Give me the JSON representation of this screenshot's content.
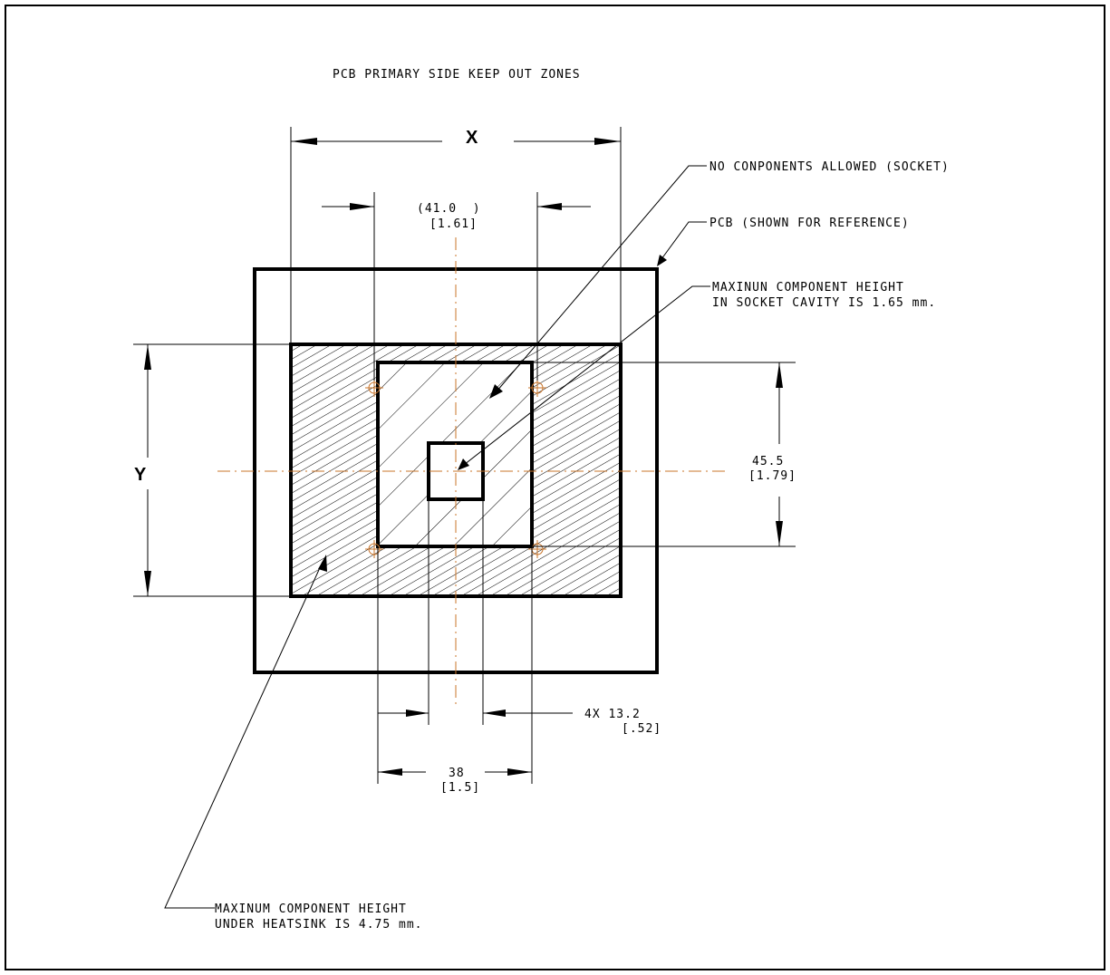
{
  "title": "PCB PRIMARY SIDE KEEP OUT ZONES",
  "dimensions": {
    "x_label": "X",
    "y_label": "Y",
    "inner_width_mm": "(41.0  )",
    "inner_width_in": "[1.61]",
    "height_mm": "45.5",
    "height_in": "[1.79]",
    "spacing_mm": "4X 13.2",
    "spacing_in": "[.52]",
    "socket_width_mm": "38",
    "socket_width_in": "[1.5]"
  },
  "callouts": {
    "no_components": "NO CONPONENTS ALLOWED (SOCKET)",
    "pcb_reference": "PCB (SHOWN FOR REFERENCE)",
    "socket_cavity_line1": "MAXINUN COMPONENT HEIGHT",
    "socket_cavity_line2": "IN SOCKET CAVITY IS 1.65 mm.",
    "heatsink_line1": "MAXINUM COMPONENT HEIGHT",
    "heatsink_line2": "UNDER HEATSINK IS 4.75 mm."
  },
  "colors": {
    "line": "#000000",
    "centerline": "#c8742a",
    "background": "#ffffff"
  }
}
